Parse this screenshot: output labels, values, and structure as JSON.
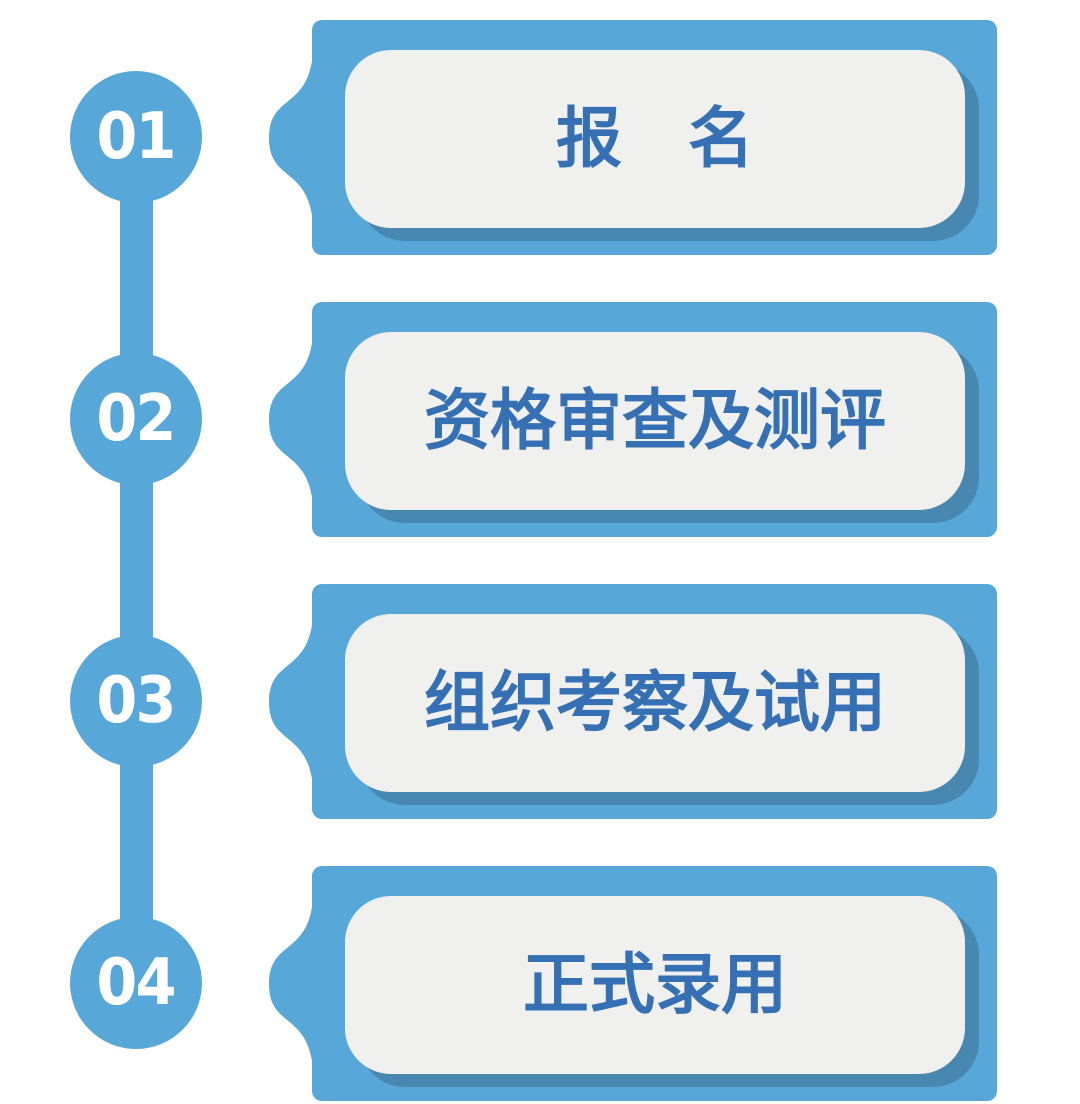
{
  "diagram": {
    "type": "vertical-process-timeline",
    "steps": [
      {
        "number": "01",
        "label": "报　名"
      },
      {
        "number": "02",
        "label": "资格审查及测评"
      },
      {
        "number": "03",
        "label": "组织考察及试用"
      },
      {
        "number": "04",
        "label": "正式录用"
      }
    ]
  },
  "colors": {
    "primary_blue": "#57a8d9",
    "shadow_blue": "#4787b0",
    "panel_background": "#f0f0ee",
    "label_text": "#3470b3",
    "number_text": "#ffffff",
    "page_background": "#ffffff"
  }
}
